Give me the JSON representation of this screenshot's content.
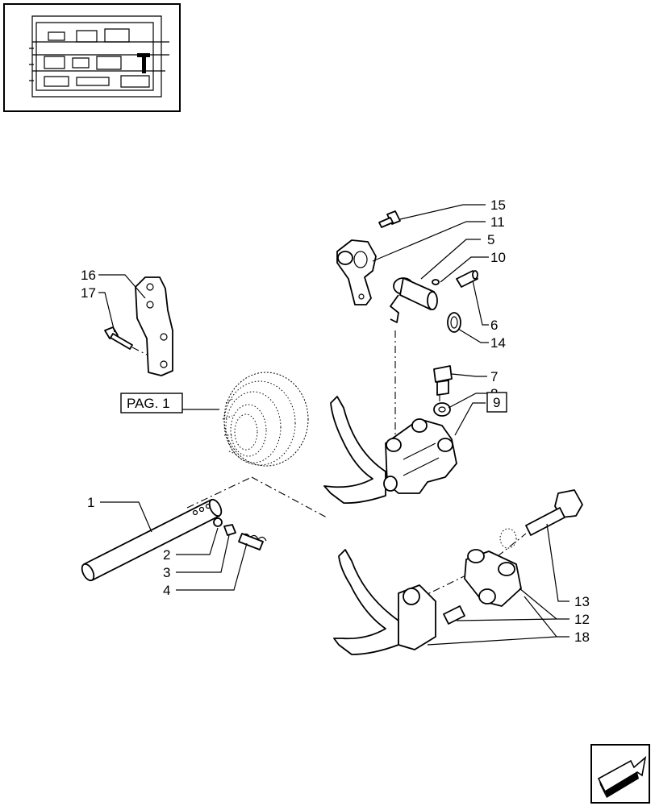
{
  "callouts": {
    "c1": "1",
    "c2": "2",
    "c3": "3",
    "c4": "4",
    "c5": "5",
    "c6": "6",
    "c7": "7",
    "c8": "8",
    "c9": "9",
    "c10": "10",
    "c11": "11",
    "c12": "12",
    "c13": "13",
    "c14": "14",
    "c15": "15",
    "c16": "16",
    "c17": "17",
    "c18": "18"
  },
  "page_ref": "PAG. 1",
  "icons": {
    "thumbnail": "transmission-locator-thumbnail",
    "nav": "next-page-arrow-icon"
  }
}
